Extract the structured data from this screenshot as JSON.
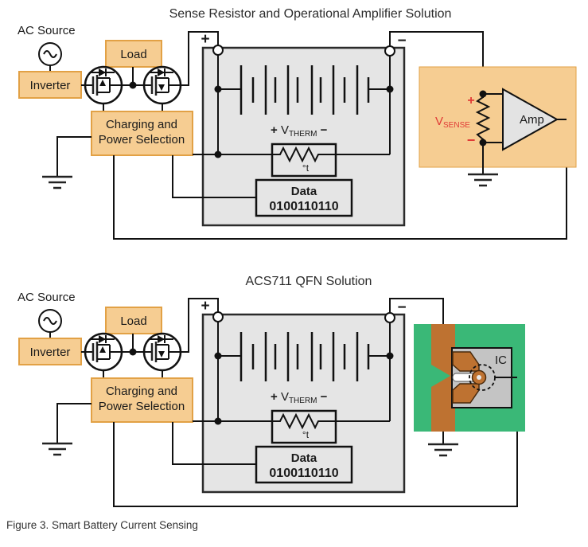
{
  "figure": {
    "caption": "Figure 3. Smart Battery Current Sensing"
  },
  "colors": {
    "tan": "#F6CD92",
    "tan-border": "#E2A145",
    "red": "#E03A36",
    "green": "#3AB877",
    "copper": "#BE7231",
    "copper-dark": "#4A2A0C",
    "battery-gray": "#E5E5E5",
    "ic-gray": "#C4C4C4",
    "amp-gray": "#E3E3E3"
  },
  "top": {
    "title": "Sense Resistor and Operational Amplifier Solution",
    "ac_source": "AC Source",
    "inverter": "Inverter",
    "load": "Load",
    "charging_line1": "Charging and",
    "charging_line2": "Power Selection",
    "plus_terminal": "+",
    "minus_terminal": "−",
    "vtherm_plus": "+ ",
    "vtherm_v": "V",
    "vtherm_sub": "THERM",
    "vtherm_minus": " −",
    "thermistor_t": "°t",
    "data_label": "Data",
    "data_bits": "0100110110",
    "sense": {
      "plus": "+",
      "minus": "−",
      "v": "V",
      "sub": "SENSE",
      "amp": "Amp"
    }
  },
  "bottom": {
    "title": "ACS711 QFN Solution",
    "ac_source": "AC Source",
    "inverter": "Inverter",
    "load": "Load",
    "charging_line1": "Charging and",
    "charging_line2": "Power Selection",
    "plus_terminal": "+",
    "minus_terminal": "−",
    "vtherm_plus": "+ ",
    "vtherm_v": "V",
    "vtherm_sub": "THERM",
    "vtherm_minus": " −",
    "thermistor_t": "°t",
    "data_label": "Data",
    "data_bits": "0100110110",
    "ic_label": "IC"
  }
}
